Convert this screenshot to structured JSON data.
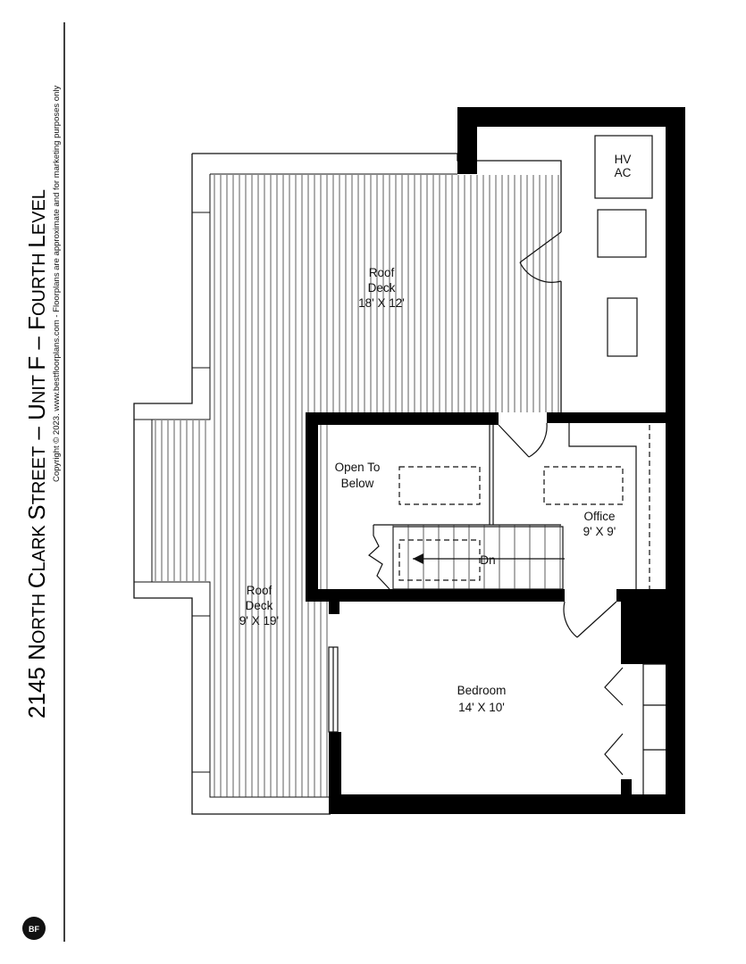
{
  "title": {
    "parts": [
      {
        "text": "2145 N",
        "small": false
      },
      {
        "text": "ORTH ",
        "small": true
      },
      {
        "text": "C",
        "small": false
      },
      {
        "text": "LARK ",
        "small": true
      },
      {
        "text": "S",
        "small": false
      },
      {
        "text": "TREET",
        "small": true
      },
      {
        "text": " – U",
        "small": false
      },
      {
        "text": "NIT ",
        "small": true
      },
      {
        "text": "F – F",
        "small": false
      },
      {
        "text": "OURTH ",
        "small": true
      },
      {
        "text": "L",
        "small": false
      },
      {
        "text": "EVEL",
        "small": true
      }
    ]
  },
  "copyright_line1": "Copyright © 2023. www.bestfloorplans.com - Floorplans are approximate and for marketing purposes only",
  "logo_text": "BF",
  "rooms": {
    "hvac": {
      "line1": "HV",
      "line2": "AC"
    },
    "roof_deck_upper": {
      "name": "Roof",
      "name2": "Deck",
      "dims": "18' X 12'"
    },
    "roof_deck_left": {
      "name": "Roof",
      "name2": "Deck",
      "dims": "9' X 19'"
    },
    "open_to_below": {
      "line1": "Open To",
      "line2": "Below"
    },
    "office": {
      "name": "Office",
      "dims": "9' X 9'"
    },
    "bedroom": {
      "name": "Bedroom",
      "dims": "14' X 10'"
    },
    "stairs": {
      "label": "Dn"
    }
  },
  "colors": {
    "wall": "#000000",
    "line": "#111111",
    "background": "#ffffff"
  }
}
